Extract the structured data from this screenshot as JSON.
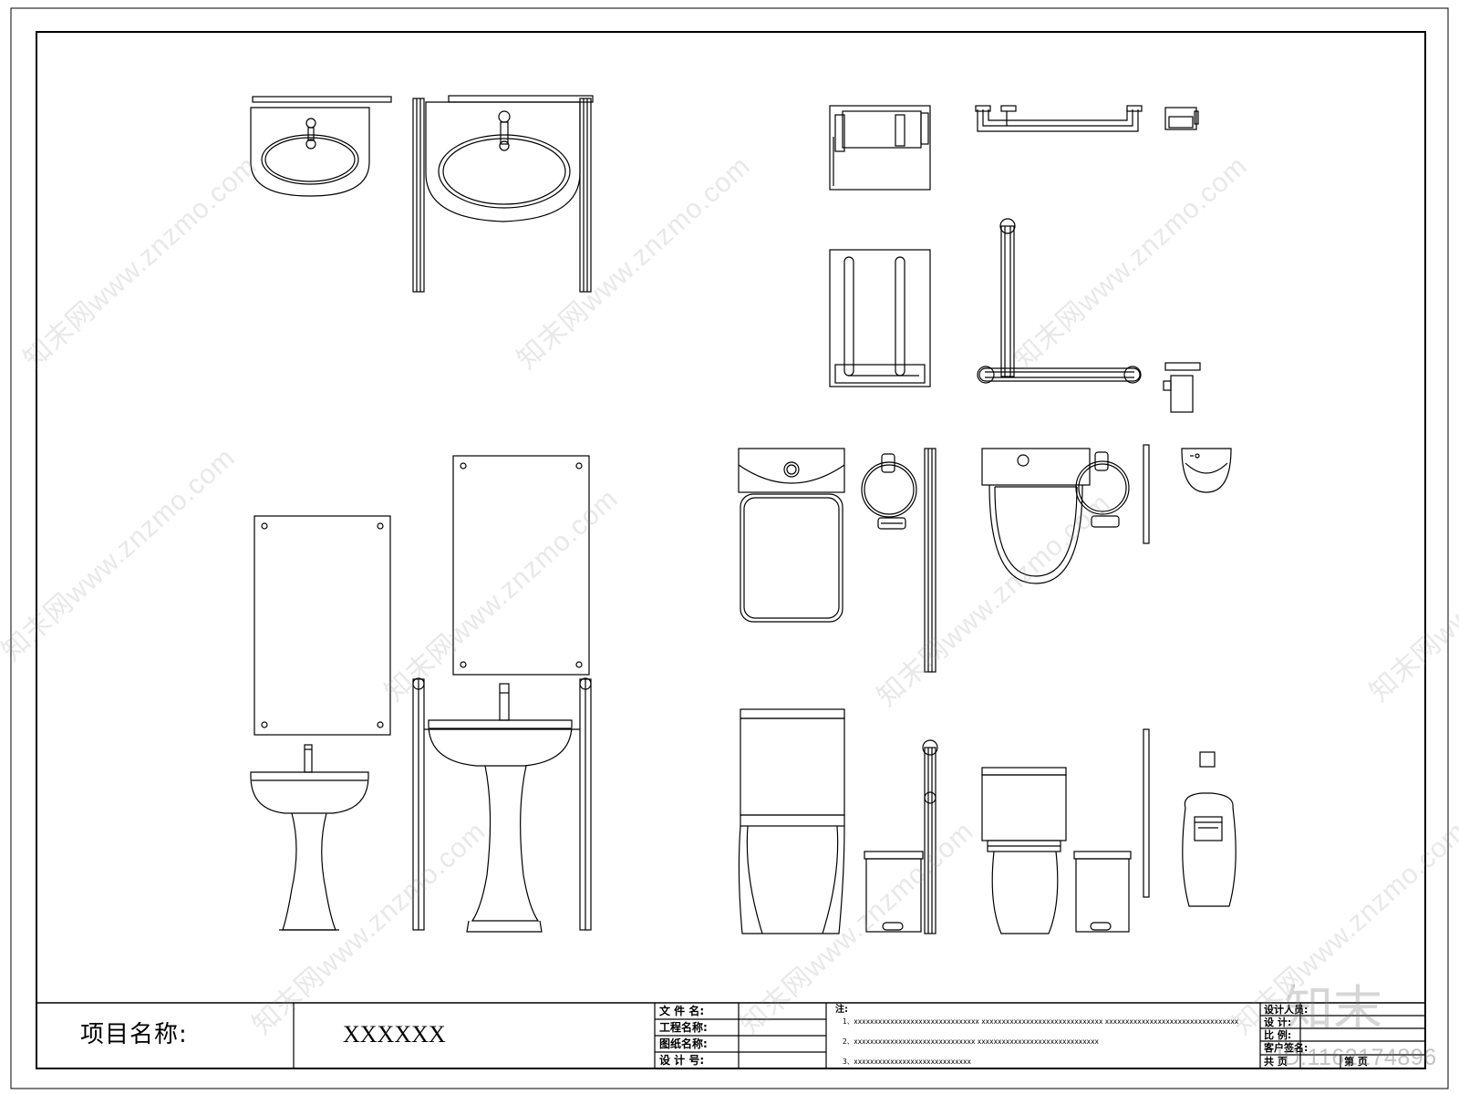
{
  "title_block": {
    "project_label": "项目名称:",
    "project_value": "XXXXXX",
    "fields": [
      "文 件 名:",
      "工程名称:",
      "图纸名称:",
      "设 计 号:"
    ],
    "notes_title": "注:",
    "notes": [
      "1、xxxxxxxxxxxxxxxxxxxxxxxxxxxxxxx    xxxxxxxxxxxxxxxxxxxxxxxxxxxxxx    xxxxxxxxxxxxxxxxxxxxxxxxxxxxxxxxx",
      "2、xxxxxxxxxxxxxxxxxxxxxxxxxxxxxx    xxxxxxxxxxxxxxxxxxxxxxxxxxxxxx",
      "3、xxxxxxxxxxxxxxxxxxxxxxxxxxxxx"
    ],
    "right_fields": [
      "设计人员:",
      "设    计:",
      "比    例:",
      "客户签名:",
      "共      页",
      "第      页"
    ]
  },
  "watermark": {
    "text": "知末网www.znzmo.com",
    "brand": "知末",
    "image_id": "ID:1162174896"
  },
  "colors": {
    "line": "#000000",
    "paper": "#ffffff",
    "watermark": "#969696"
  }
}
